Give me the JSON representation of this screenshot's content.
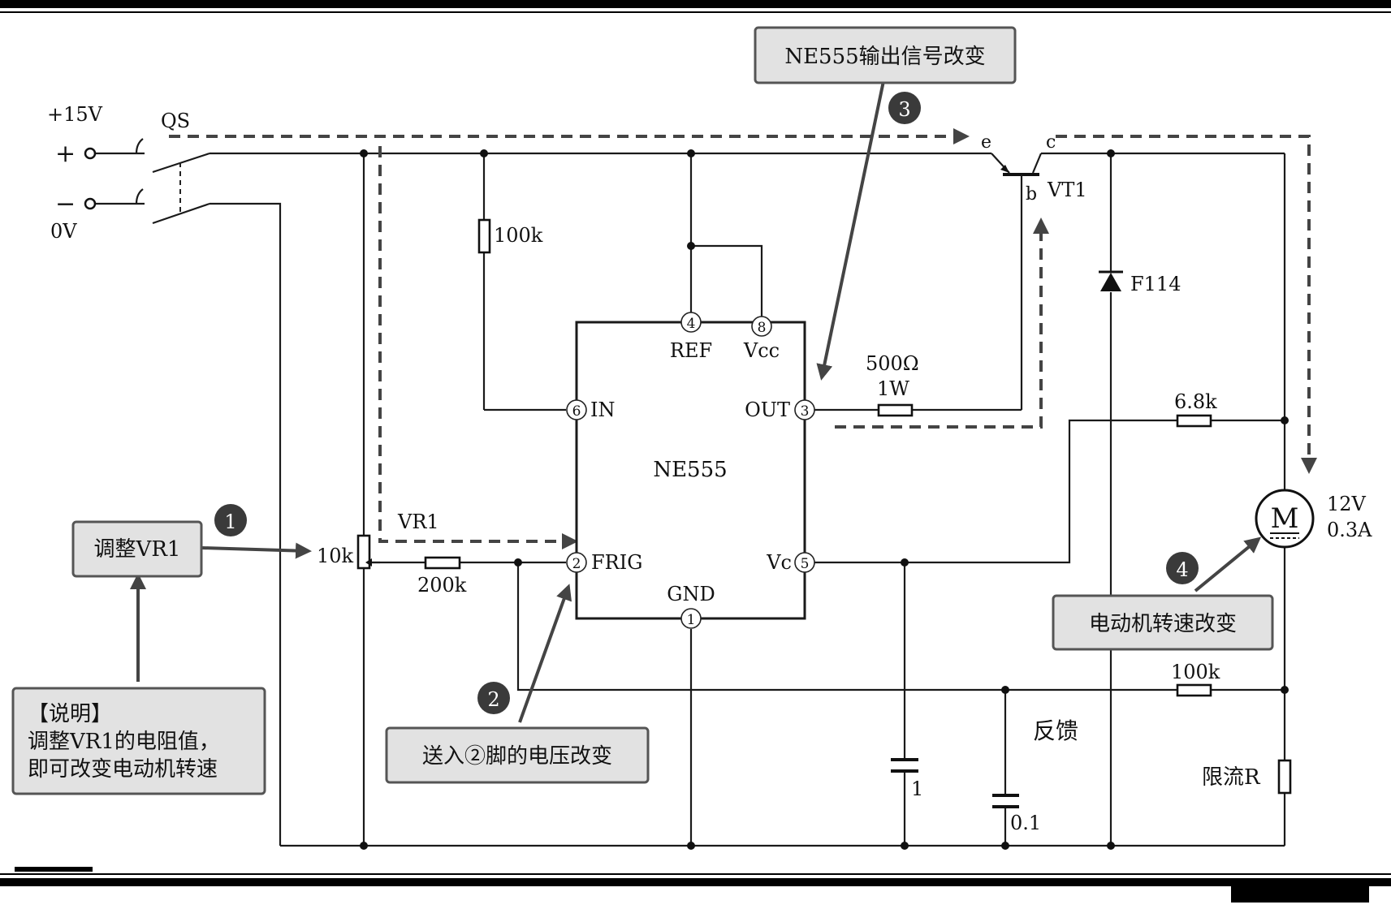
{
  "supply": {
    "voltage": "+15V",
    "plus": "+",
    "minus": "−",
    "zero": "0V",
    "switch": "QS"
  },
  "ic": {
    "name": "NE555",
    "pins": [
      {
        "num": "4",
        "name": "REF"
      },
      {
        "num": "8",
        "name": "Vcc"
      },
      {
        "num": "6",
        "name": "IN"
      },
      {
        "num": "3",
        "name": "OUT"
      },
      {
        "num": "2",
        "name": "FRIG"
      },
      {
        "num": "5",
        "name": "Vc"
      },
      {
        "num": "1",
        "name": "GND"
      }
    ]
  },
  "components": {
    "r_100k_top": "100k",
    "r_out_value": "500Ω",
    "r_out_power": "1W",
    "transistor": "VT1",
    "t_e": "e",
    "t_b": "b",
    "t_c": "c",
    "diode": "F114",
    "r_68k": "6.8k",
    "motor_symbol": "M",
    "motor_voltage": "12V",
    "motor_current": "0.3A",
    "vr1": "VR1",
    "pot_value": "10k",
    "r_200k": "200k",
    "r_100k_fb": "100k",
    "feedback": "反馈",
    "c1": "1",
    "c2": "0.1",
    "limit_r": "限流R"
  },
  "callouts": {
    "adjust": "调整VR1",
    "pin2": "送入②脚的电压改变",
    "output": "NE555输出信号改变",
    "motor": "电动机转速改变",
    "n1": "1",
    "n2": "2",
    "n3": "3",
    "n4": "4"
  },
  "note": {
    "title": "【说明】",
    "line1": "调整VR1的电阻值，",
    "line2": "即可改变电动机转速"
  }
}
